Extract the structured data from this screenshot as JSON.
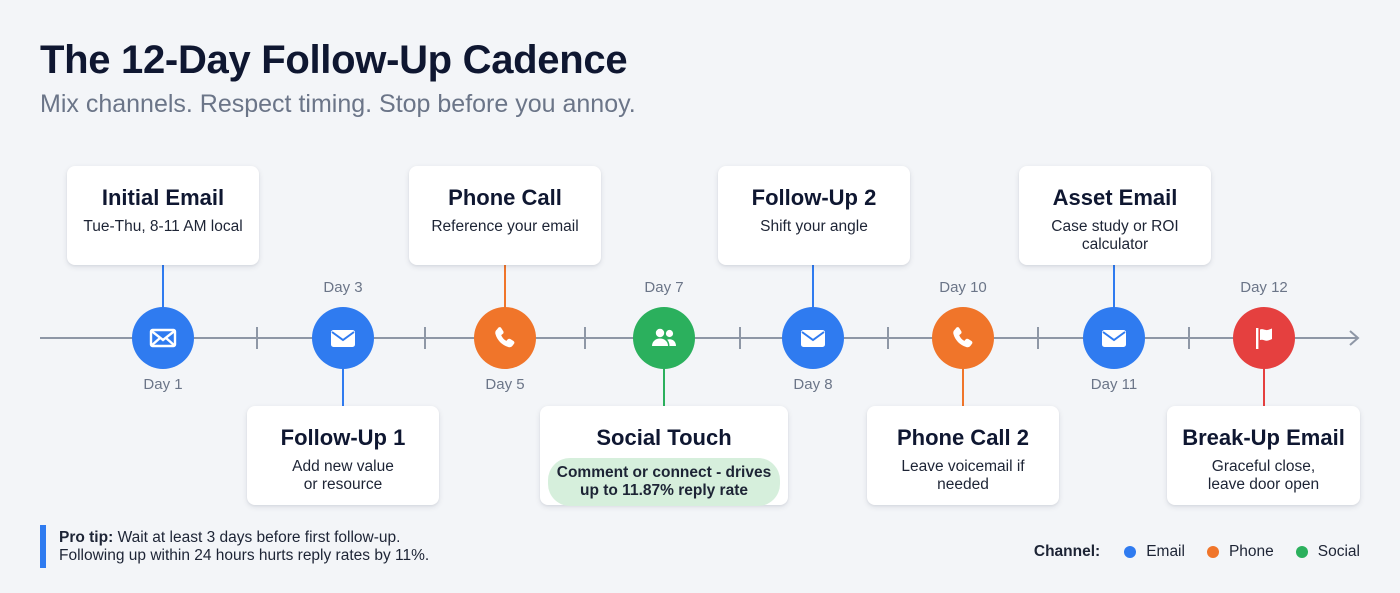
{
  "header": {
    "title": "The 12-Day Follow-Up Cadence",
    "subtitle": "Mix channels. Respect timing. Stop before you annoy."
  },
  "colors": {
    "email": "#2f7bf0",
    "phone": "#f0752a",
    "social": "#2bb05d",
    "breakup": "#e5403f",
    "axis": "#8e97a6",
    "social_pill": "#d6efdc"
  },
  "steps": [
    {
      "day": "Day 1",
      "title": "Initial Email",
      "desc": "Tue-Thu, 8-11 AM local",
      "channel": "email",
      "icon": "envelope-open-icon",
      "card_position": "top"
    },
    {
      "day": "Day 3",
      "title": "Follow-Up 1",
      "desc": "Add new value or resource",
      "channel": "email",
      "icon": "envelope-icon",
      "card_position": "bottom"
    },
    {
      "day": "Day 5",
      "title": "Phone Call",
      "desc": "Reference your email",
      "channel": "phone",
      "icon": "phone-icon",
      "card_position": "top"
    },
    {
      "day": "Day 7",
      "title": "Social Touch",
      "desc": "Comment or connect - drives up to 11.87% reply rate",
      "channel": "social",
      "icon": "people-icon",
      "card_position": "bottom",
      "highlight": true
    },
    {
      "day": "Day 8",
      "title": "Follow-Up 2",
      "desc": "Shift your angle",
      "channel": "email",
      "icon": "envelope-icon",
      "card_position": "top"
    },
    {
      "day": "Day 10",
      "title": "Phone Call 2",
      "desc": "Leave voicemail if needed",
      "channel": "phone",
      "icon": "phone-icon",
      "card_position": "bottom"
    },
    {
      "day": "Day 11",
      "title": "Asset Email",
      "desc": "Case study or ROI calculator",
      "channel": "email",
      "icon": "envelope-icon",
      "card_position": "top"
    },
    {
      "day": "Day 12",
      "title": "Break-Up Email",
      "desc": "Graceful close, leave door open",
      "channel": "breakup",
      "icon": "flag-icon",
      "card_position": "bottom"
    }
  ],
  "tip": {
    "label": "Pro tip:",
    "line1": "Wait at least 3 days before first follow-up.",
    "line2": "Following up within 24 hours hurts reply rates by 11%."
  },
  "legend": {
    "title": "Channel:",
    "items": [
      {
        "label": "Email",
        "color": "#2f7bf0"
      },
      {
        "label": "Phone",
        "color": "#f0752a"
      },
      {
        "label": "Social",
        "color": "#2bb05d"
      }
    ]
  }
}
